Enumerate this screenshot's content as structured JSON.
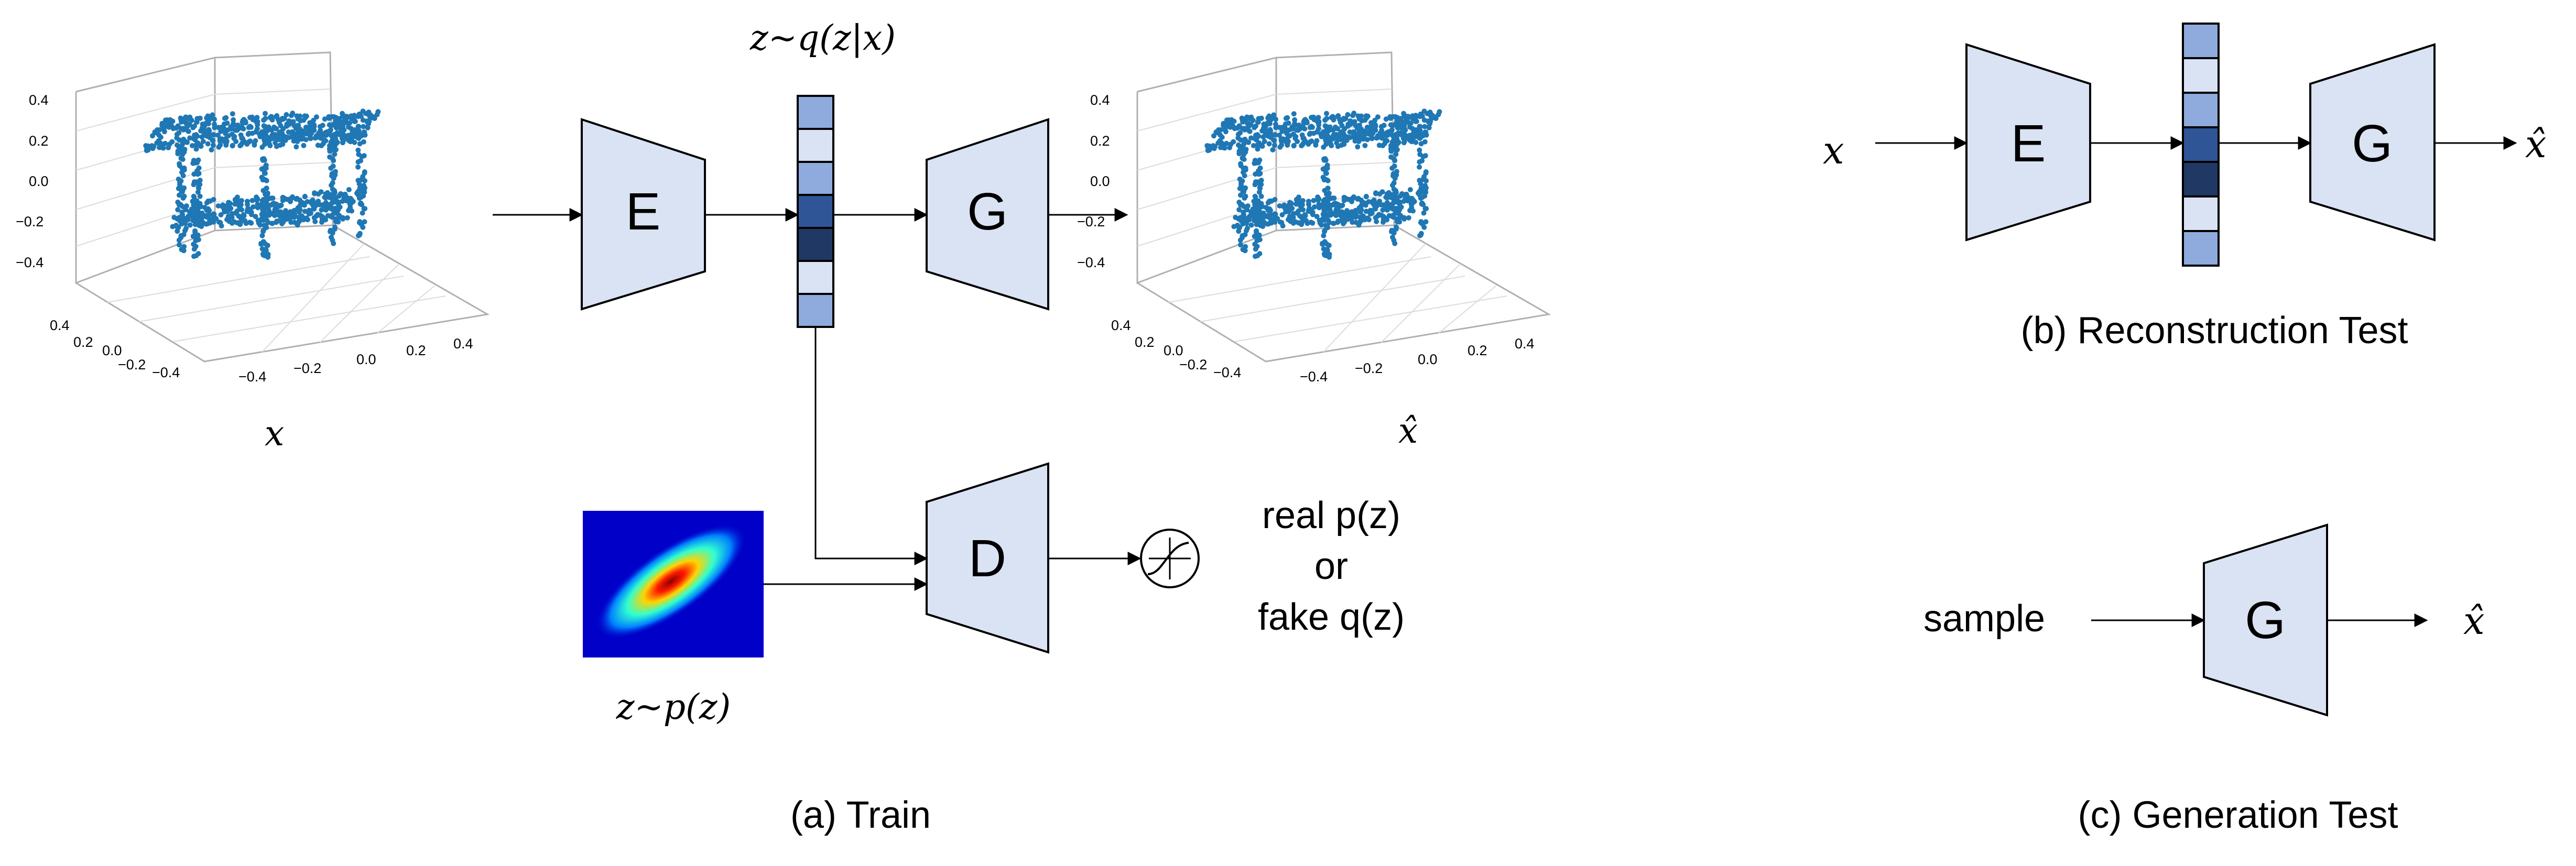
{
  "train": {
    "caption": "(a) Train",
    "input_label": "x",
    "output_label": "x̂",
    "latent_label": "z~q(z|x)",
    "prior_label": "z~p(z)",
    "encoder": "E",
    "generator": "G",
    "discriminator": "D",
    "real_text": "real p(z)",
    "or_text": "or",
    "fake_text": "fake q(z)",
    "plot_ticks": {
      "z": [
        "0.4",
        "0.2",
        "0.0",
        "−0.2",
        "−0.4"
      ],
      "x": [
        "−0.4",
        "−0.2",
        "0.0",
        "0.2",
        "0.4"
      ],
      "y": [
        "0.4",
        "0.2",
        "0.0",
        "−0.2",
        "−0.4"
      ]
    }
  },
  "reconstruction": {
    "caption": "(b) Reconstruction Test",
    "input_label": "x",
    "output_label": "x̂",
    "encoder": "E",
    "generator": "G"
  },
  "generation": {
    "caption": "(c) Generation Test",
    "input_label": "sample",
    "output_label": "x̂",
    "generator": "G"
  },
  "colors": {
    "block_fill": "#dae3f3",
    "latent_light": "#dae3f3",
    "latent_mid": "#8faadc",
    "latent_dark": "#2f5597",
    "latent_darkest": "#203864",
    "points": "#1f77b4"
  }
}
